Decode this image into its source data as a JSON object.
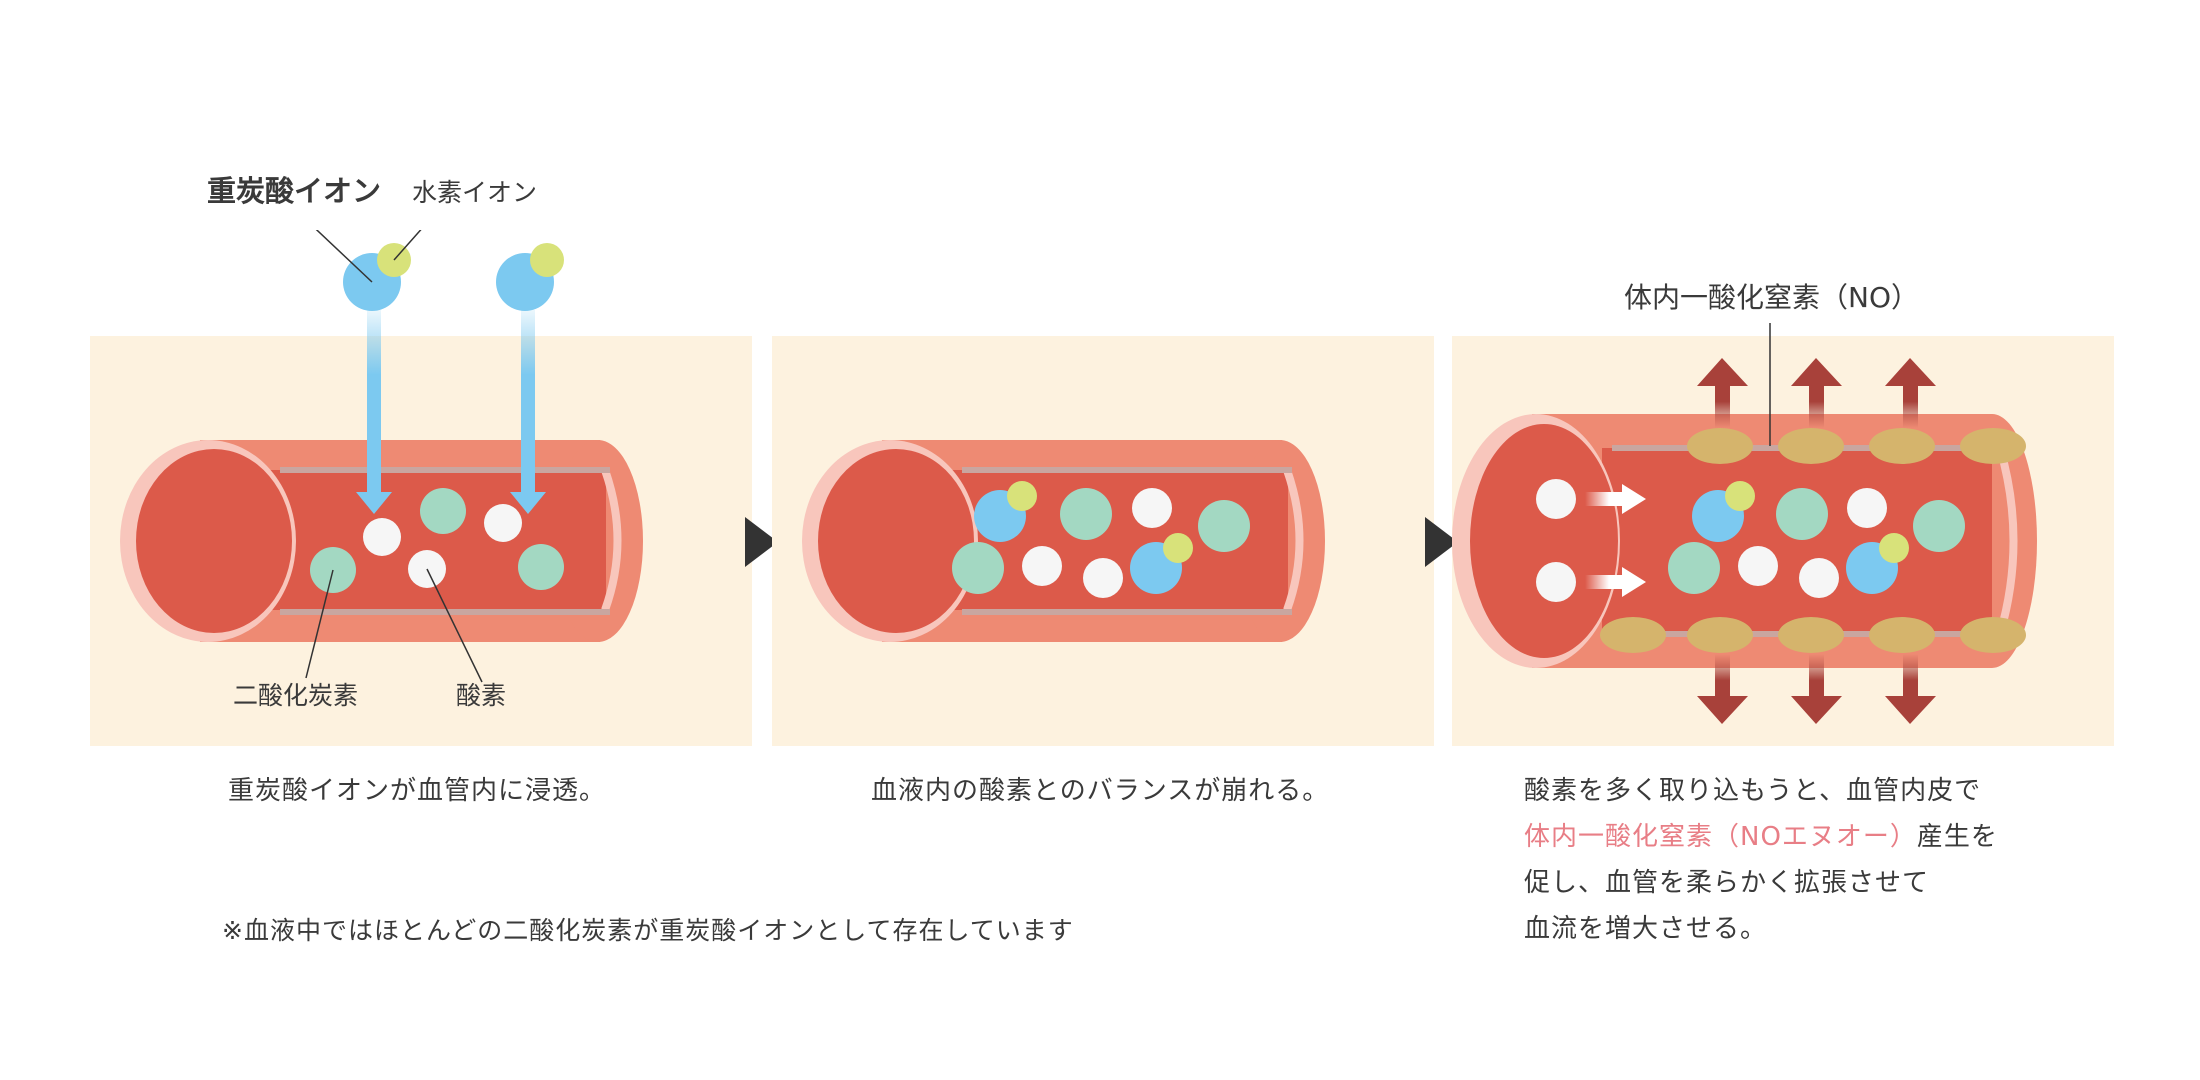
{
  "labels": {
    "bicarbonate_ion": "重炭酸イオン",
    "hydrogen_ion": "水素イオン",
    "carbon_dioxide": "二酸化炭素",
    "oxygen": "酸素",
    "nitric_oxide": "体内一酸化窒素（NO）"
  },
  "captions": {
    "step1": "重炭酸イオンが血管内に浸透。",
    "step2": "血液内の酸素とのバランスが崩れる。",
    "step3_line1": "酸素を多く取り込もうと、血管内皮で",
    "step3_line2_highlight": "体内一酸化窒素（NOエヌオー）",
    "step3_line2_rest": "産生を",
    "step3_line3": "促し、血管を柔らかく拡張させて",
    "step3_line4": "血流を増大させる。"
  },
  "footnote": "※血液中ではほとんどの二酸化炭素が重炭酸イオンとして存在しています",
  "colors": {
    "panel_bg": "#fdf2df",
    "vessel_outer": "#ee8a73",
    "vessel_inner": "#dc5a4a",
    "vessel_rim": "#f8c6bc",
    "bicarbonate": "#7cc9f0",
    "hydrogen": "#d8e27a",
    "co2": "#a3d8c2",
    "oxygen": "#f6f6f6",
    "no_cell": "#d5b46c",
    "no_arrow": "#a8413a",
    "highlight_text": "#e87e86",
    "step_arrow": "#333333"
  }
}
